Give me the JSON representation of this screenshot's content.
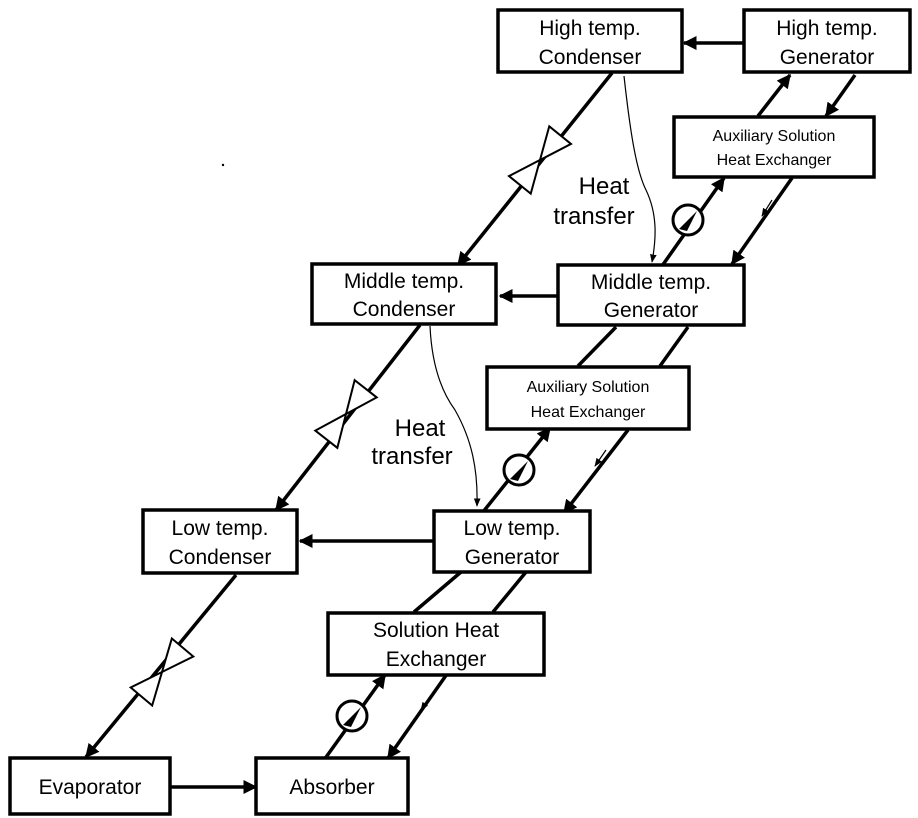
{
  "components": {
    "high_condenser": [
      "High temp.",
      "Condenser"
    ],
    "high_generator": [
      "High temp.",
      "Generator"
    ],
    "aux_shx_top": [
      "Auxiliary Solution",
      "Heat Exchanger"
    ],
    "middle_condenser": [
      "Middle temp.",
      "Condenser"
    ],
    "middle_generator": [
      "Middle temp.",
      "Generator"
    ],
    "aux_shx_mid": [
      "Auxiliary Solution",
      "Heat Exchanger"
    ],
    "low_condenser": [
      "Low temp.",
      "Condenser"
    ],
    "low_generator": [
      "Low temp.",
      "Generator"
    ],
    "solution_hx": [
      "Solution Heat",
      "Exchanger"
    ],
    "evaporator": [
      "Evaporator"
    ],
    "absorber": [
      "Absorber"
    ]
  },
  "labels": {
    "heat_transfer_top": [
      "Heat",
      "transfer"
    ],
    "heat_transfer_mid": [
      "Heat",
      "transfer"
    ]
  }
}
